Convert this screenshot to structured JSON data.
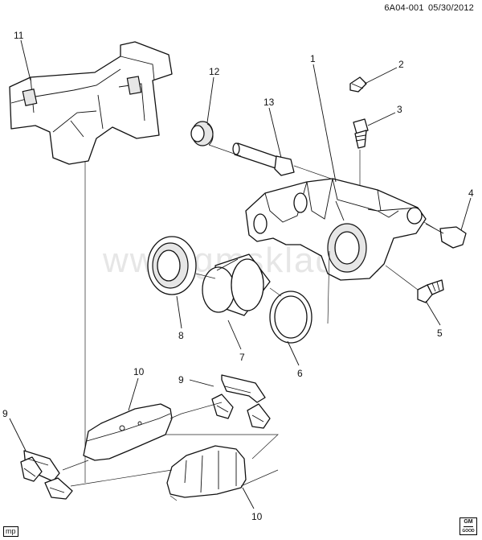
{
  "header": {
    "code": "6A04-001",
    "date": "05/30/2012"
  },
  "watermark": "www.gmsklad.ru",
  "footer": {
    "tag": "mp",
    "logo_top": "GM",
    "logo_bottom": "GOOD"
  },
  "callouts": {
    "c1": "1",
    "c2": "2",
    "c3": "3",
    "c4": "4",
    "c5": "5",
    "c6": "6",
    "c7": "7",
    "c8": "8",
    "c9a": "9",
    "c9b": "9",
    "c10a": "10",
    "c10b": "10",
    "c11": "11",
    "c12": "12",
    "c13": "13"
  }
}
